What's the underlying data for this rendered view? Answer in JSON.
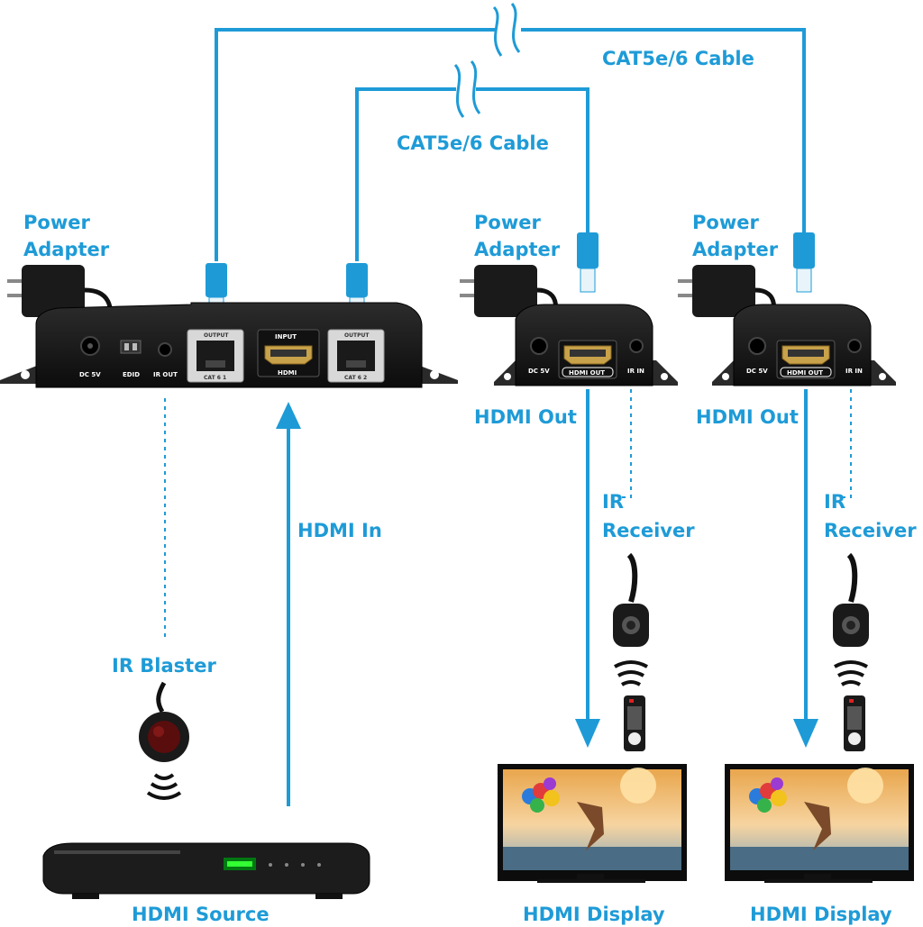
{
  "labels": {
    "cable_top": "CAT5e/6 Cable",
    "cable_mid": "CAT5e/6 Cable",
    "power_adapter_tx": [
      "Power",
      "Adapter"
    ],
    "power_adapter_rx1": [
      "Power",
      "Adapter"
    ],
    "power_adapter_rx2": [
      "Power",
      "Adapter"
    ],
    "hdmi_in": "HDMI In",
    "hdmi_out_1": "HDMI Out",
    "hdmi_out_2": "HDMI Out",
    "ir_receiver_1": [
      "IR",
      "Receiver"
    ],
    "ir_receiver_2": [
      "IR",
      "Receiver"
    ],
    "ir_blaster": "IR Blaster",
    "hdmi_source": "HDMI Source",
    "hdmi_display_1": "HDMI Display",
    "hdmi_display_2": "HDMI Display"
  },
  "transmitter_ports": {
    "dc": "DC 5V",
    "edid": "EDID",
    "ir_out": "IR OUT",
    "output1_top": "OUTPUT",
    "output1_bottom": "CAT 6 1",
    "input_top": "INPUT",
    "input_bottom": "HDMI",
    "output2_top": "OUTPUT",
    "output2_bottom": "CAT 6 2"
  },
  "receiver_ports": {
    "dc": "DC 5V",
    "hdmi_out": "HDMI OUT",
    "ir_in": "IR IN"
  },
  "colors": {
    "accent": "#1e9bd7",
    "device": "#161616"
  }
}
